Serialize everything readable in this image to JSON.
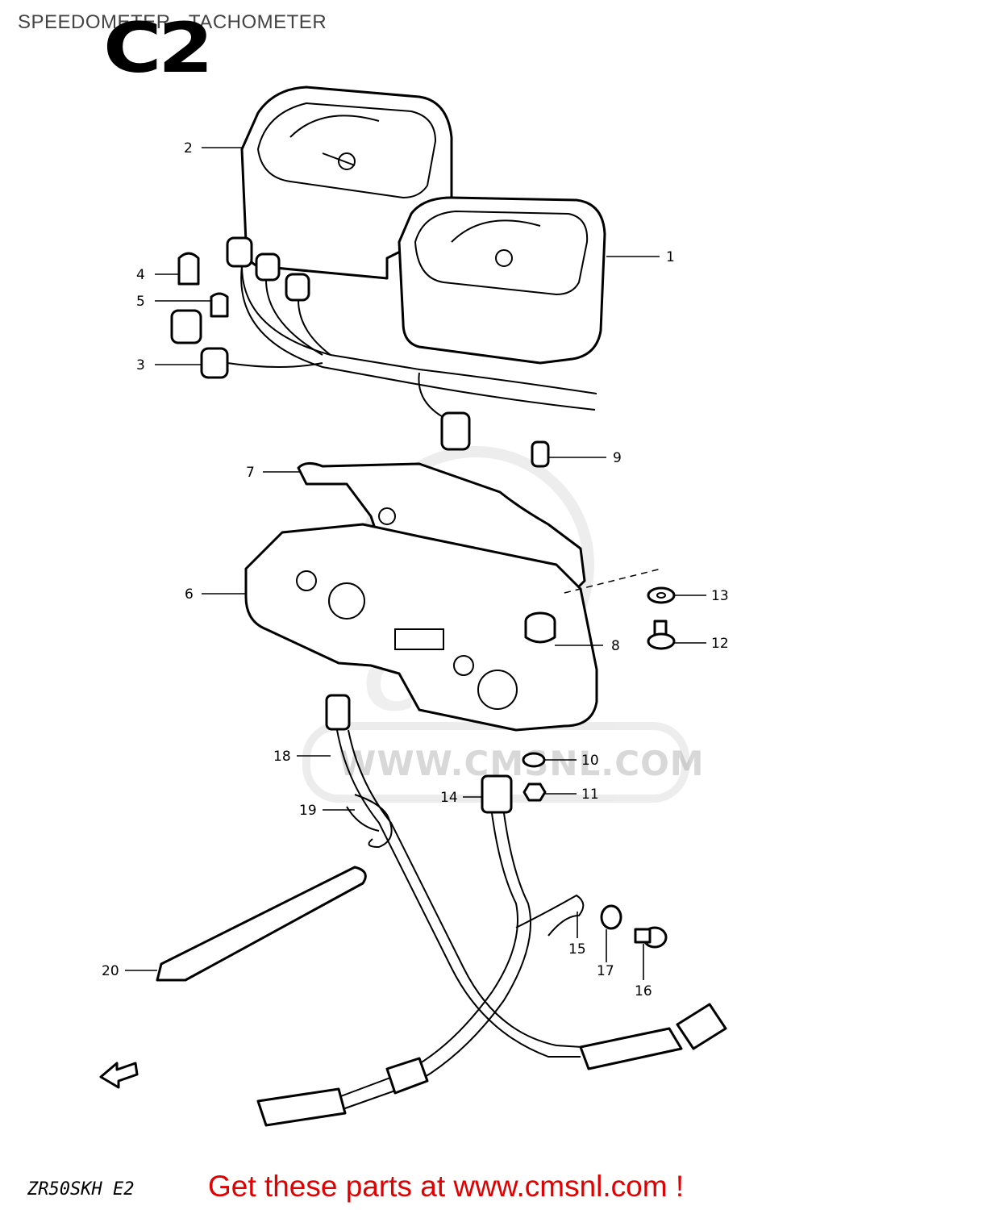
{
  "header": {
    "title": "SPEEDOMETER - TACHOMETER",
    "section_code": "C2"
  },
  "footer": {
    "model_code": "ZR50SKH E2",
    "promo_text": "Get these parts at www.cmsnl.com !"
  },
  "watermark": {
    "text": "WWW.CMSNL.COM"
  },
  "callouts": [
    {
      "number": "1",
      "part": "tachometer"
    },
    {
      "number": "2",
      "part": "speedometer"
    },
    {
      "number": "3",
      "part": "socket"
    },
    {
      "number": "4",
      "part": "bulb"
    },
    {
      "number": "5",
      "part": "bulb"
    },
    {
      "number": "6",
      "part": "meter case"
    },
    {
      "number": "7",
      "part": "bracket"
    },
    {
      "number": "8",
      "part": "cushion"
    },
    {
      "number": "9",
      "part": "clamp"
    },
    {
      "number": "10",
      "part": "washer"
    },
    {
      "number": "11",
      "part": "nut"
    },
    {
      "number": "12",
      "part": "bolt"
    },
    {
      "number": "13",
      "part": "washer"
    },
    {
      "number": "14",
      "part": "tachometer cable"
    },
    {
      "number": "15",
      "part": "clamp"
    },
    {
      "number": "16",
      "part": "bolt"
    },
    {
      "number": "17",
      "part": "washer"
    },
    {
      "number": "18",
      "part": "speedometer cable"
    },
    {
      "number": "19",
      "part": "guide"
    },
    {
      "number": "20",
      "part": "strap"
    }
  ],
  "icons": {
    "front_arrow": "arrow-left-icon"
  }
}
